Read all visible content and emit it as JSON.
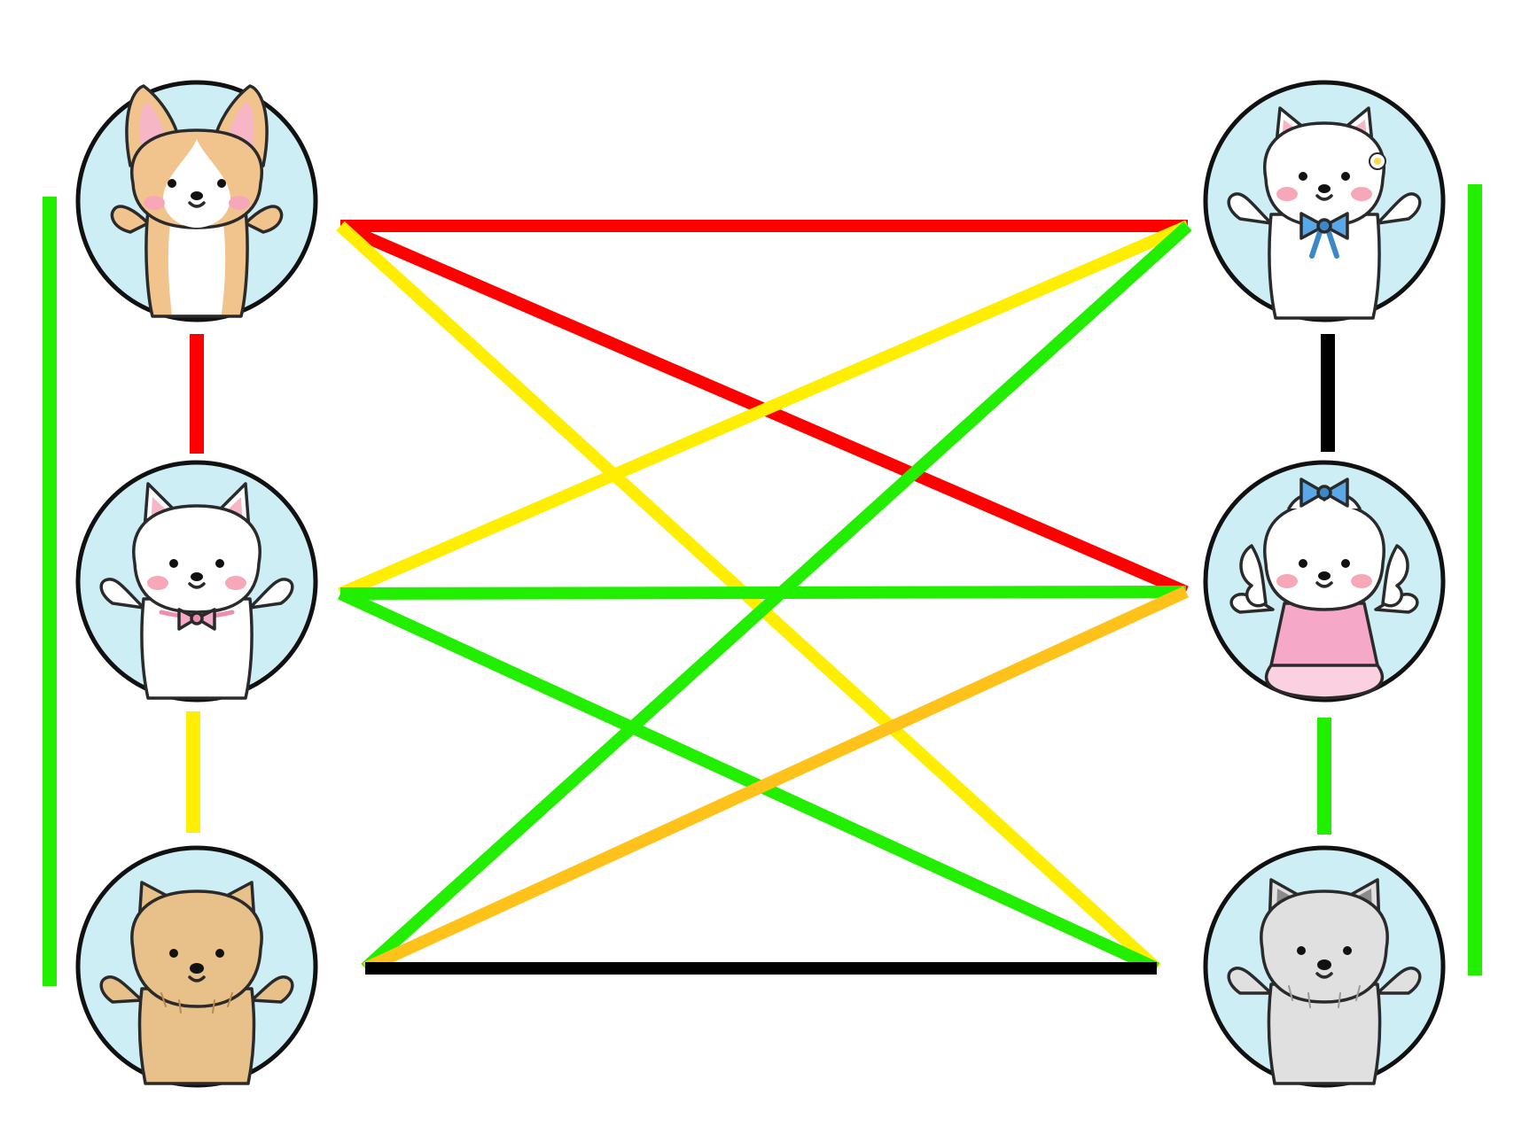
{
  "colors": {
    "background": "#ffffff",
    "node_fill": "#cdeef5",
    "node_stroke": "#111111",
    "red": "#ff0000",
    "yellow": "#ffee00",
    "green": "#22ee00",
    "orange": "#ffc21a",
    "black": "#000000"
  },
  "nodes": [
    {
      "id": "left-top",
      "animal": "corgi-dog",
      "icon": "corgi-icon"
    },
    {
      "id": "left-middle",
      "animal": "white-westie-dog-pink-bow",
      "icon": "westie-icon"
    },
    {
      "id": "left-bottom",
      "animal": "yorkshire-terrier-dog",
      "icon": "yorkie-icon"
    },
    {
      "id": "right-top",
      "animal": "white-spitz-dog-blue-bow",
      "icon": "spitz-icon"
    },
    {
      "id": "right-middle",
      "animal": "poodle-dog-pink-dress",
      "icon": "poodle-icon"
    },
    {
      "id": "right-bottom",
      "animal": "grey-schnauzer-dog",
      "icon": "grey-terrier-icon"
    }
  ],
  "connections": [
    {
      "from": "left-top",
      "to": "right-top",
      "color": "red"
    },
    {
      "from": "left-top",
      "to": "right-middle",
      "color": "red"
    },
    {
      "from": "left-top",
      "to": "right-bottom",
      "color": "yellow"
    },
    {
      "from": "left-middle",
      "to": "right-top",
      "color": "yellow"
    },
    {
      "from": "left-middle",
      "to": "right-middle",
      "color": "green"
    },
    {
      "from": "left-middle",
      "to": "right-bottom",
      "color": "green"
    },
    {
      "from": "left-bottom",
      "to": "right-top",
      "color": "green"
    },
    {
      "from": "left-bottom",
      "to": "right-middle",
      "color": "orange"
    },
    {
      "from": "left-bottom",
      "to": "right-bottom",
      "color": "black"
    },
    {
      "from": "left-top",
      "to": "left-middle",
      "color": "red"
    },
    {
      "from": "left-middle",
      "to": "left-bottom",
      "color": "yellow"
    },
    {
      "from": "right-top",
      "to": "right-middle",
      "color": "black"
    },
    {
      "from": "right-middle",
      "to": "right-bottom",
      "color": "green"
    },
    {
      "from": "left-top",
      "to": "left-bottom",
      "color": "green"
    },
    {
      "from": "right-top",
      "to": "right-bottom",
      "color": "green"
    }
  ]
}
